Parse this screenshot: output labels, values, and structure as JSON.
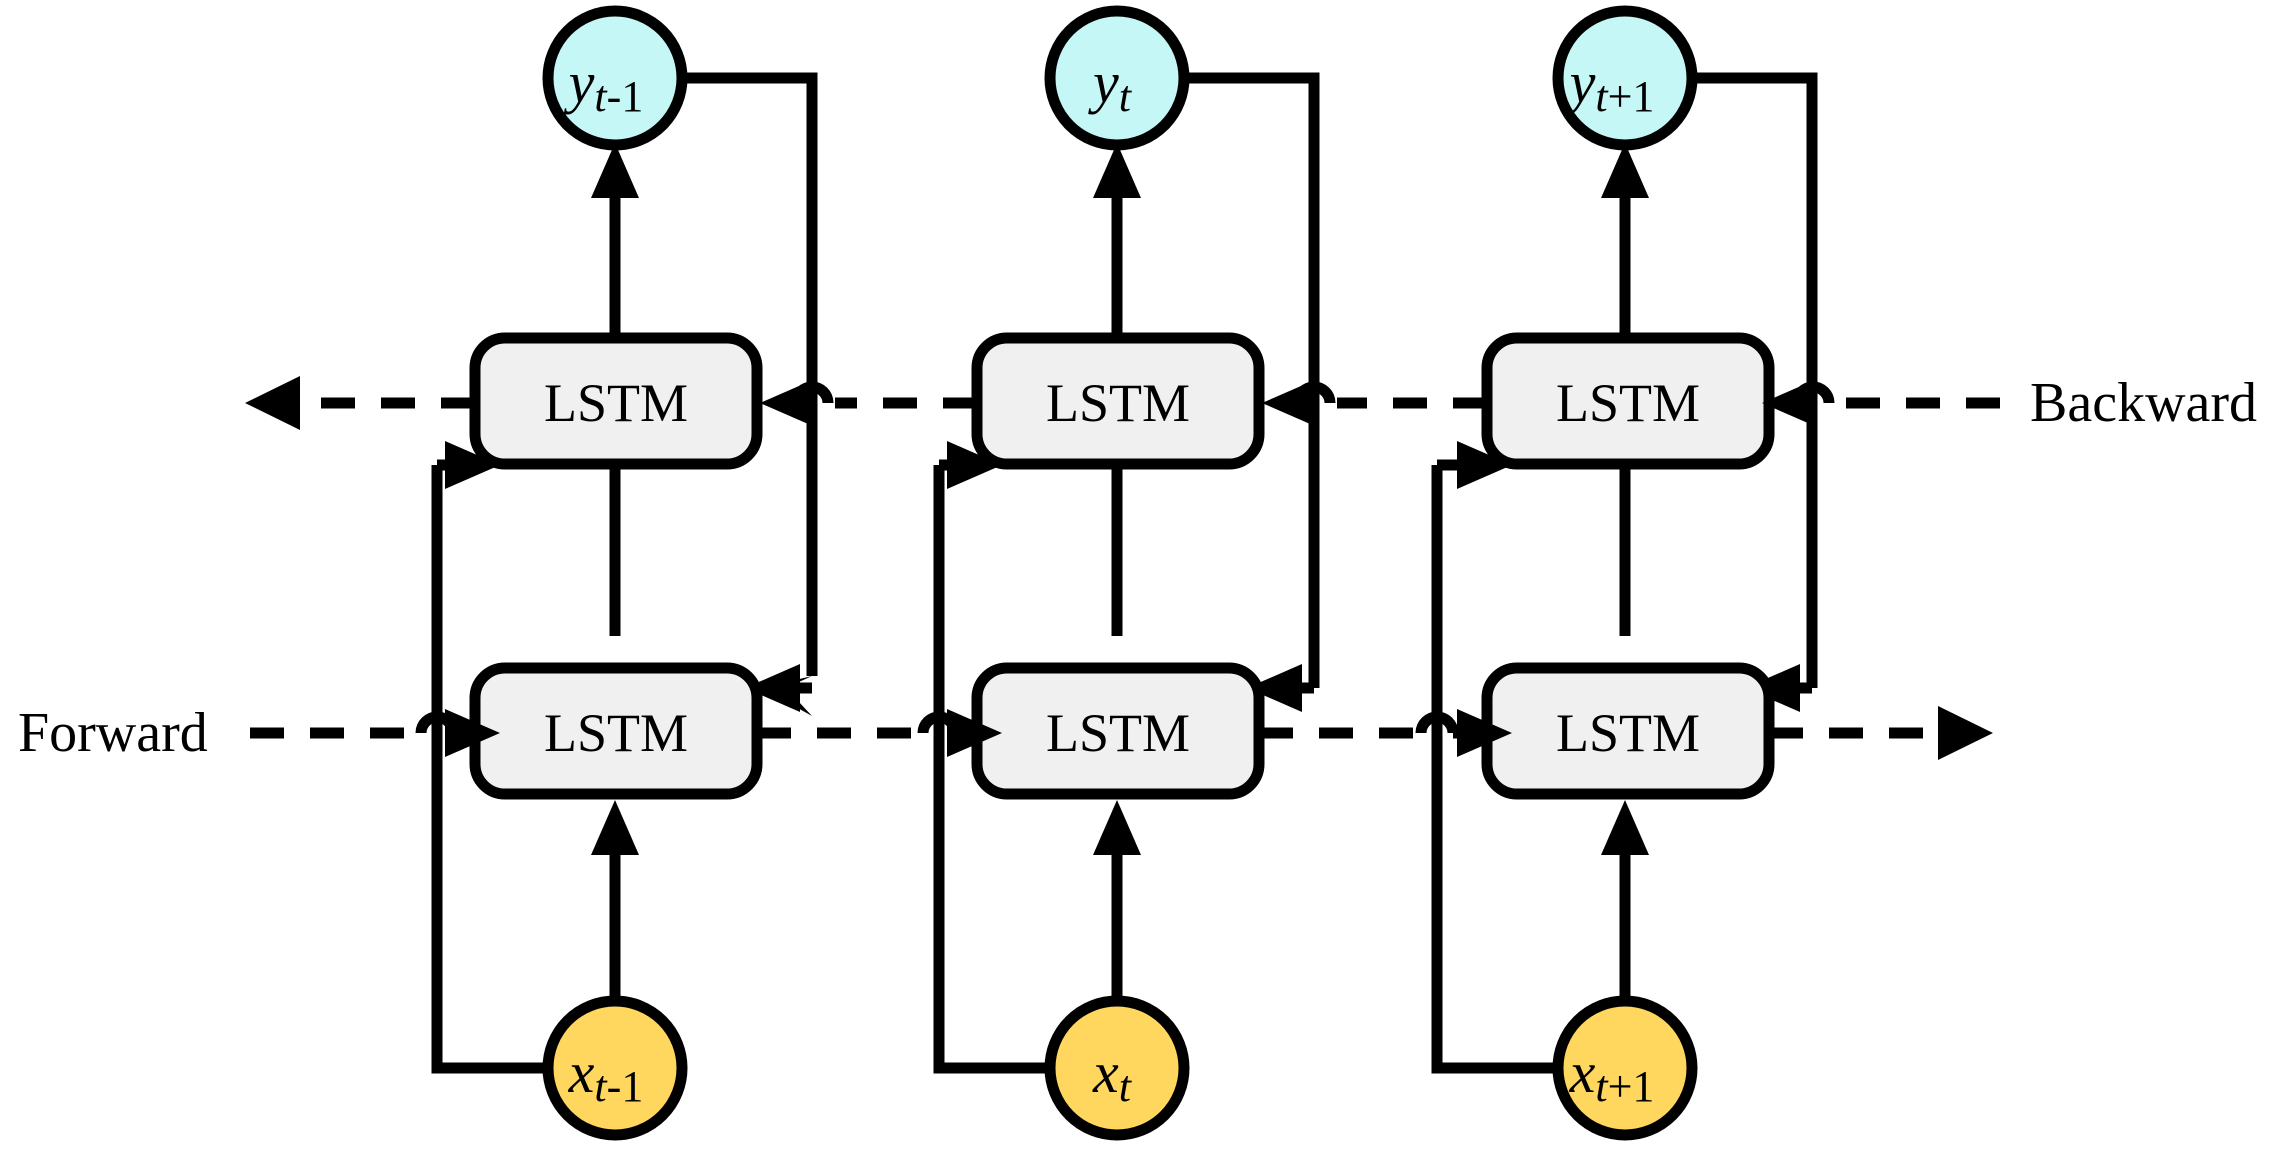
{
  "figure": {
    "type": "diagram",
    "title": "Bidirectional LSTM (BiLSTM) unrolled network architecture",
    "colors": {
      "output_node_fill": "#c6f7f7",
      "input_node_fill": "#ffd65e",
      "cell_fill": "#f0f0f0",
      "stroke": "#000000",
      "background": "#ffffff"
    },
    "side_labels": {
      "backward": "Backward",
      "forward": "Forward"
    },
    "cell_label": "LSTM",
    "timesteps": [
      {
        "id": "t-minus-1",
        "output_node": {
          "base": "y",
          "sub": "t",
          "op": "-",
          "idx": "1"
        },
        "input_node": {
          "base": "x",
          "sub": "t",
          "op": "-",
          "idx": "1"
        },
        "backward_cell_label": "LSTM",
        "forward_cell_label": "LSTM"
      },
      {
        "id": "t",
        "output_node": {
          "base": "y",
          "sub": "t",
          "op": "",
          "idx": ""
        },
        "input_node": {
          "base": "x",
          "sub": "t",
          "op": "",
          "idx": ""
        },
        "backward_cell_label": "LSTM",
        "forward_cell_label": "LSTM"
      },
      {
        "id": "t-plus-1",
        "output_node": {
          "base": "y",
          "sub": "t",
          "op": "+",
          "idx": "1"
        },
        "input_node": {
          "base": "x",
          "sub": "t",
          "op": "+",
          "idx": "1"
        },
        "backward_cell_label": "LSTM",
        "forward_cell_label": "LSTM"
      }
    ],
    "layers": {
      "backward_row_label": "Backward",
      "forward_row_label": "Forward"
    },
    "edges": {
      "forward_chain_style": "dashed-right",
      "backward_chain_style": "dashed-left",
      "input_to_forward_style": "solid-up-arrow",
      "forward_to_output_style": "solid-up-arrow",
      "input_to_backward_style": "solid-elbow-arrow",
      "output_to_forward_style": "solid-elbow-arrow"
    }
  }
}
